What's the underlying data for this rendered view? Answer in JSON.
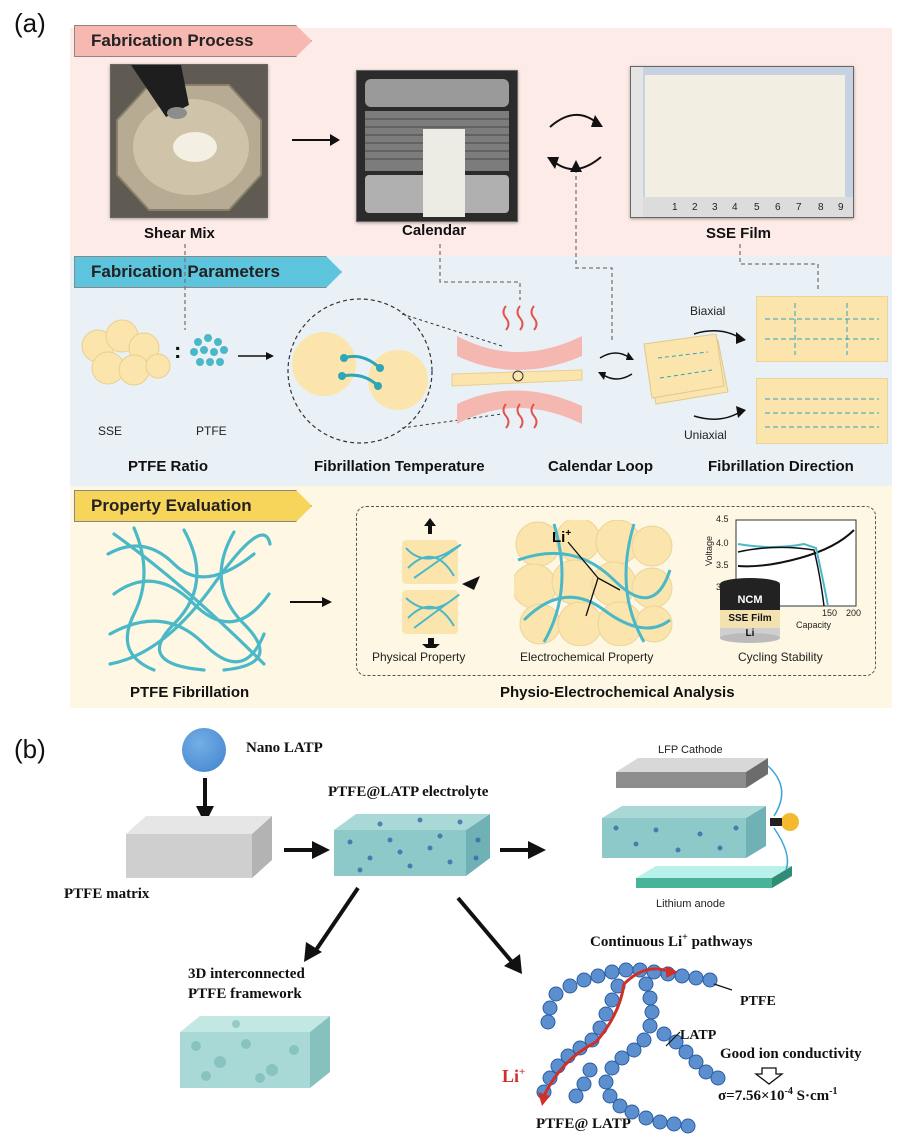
{
  "panel_a": {
    "letter": "(a)",
    "fabrication_process": {
      "title": "Fabrication Process",
      "steps": [
        "Shear Mix",
        "Calendar",
        "SSE Film"
      ],
      "ruler_ticks": [
        "1",
        "2",
        "3",
        "4",
        "5",
        "6",
        "7",
        "8",
        "9"
      ]
    },
    "fabrication_parameters": {
      "title": "Fabrication Parameters",
      "ratio_labels": [
        "SSE",
        "PTFE"
      ],
      "ratio_sep": ":",
      "direction_labels": [
        "Biaxial",
        "Uniaxial"
      ],
      "captions": [
        "PTFE Ratio",
        "Fibrillation Temperature",
        "Calendar Loop",
        "Fibrillation Direction"
      ]
    },
    "property_evaluation": {
      "title": "Property Evaluation",
      "ion_label": "Li",
      "ion_sup": "+",
      "sub_captions": [
        "Physical Property",
        "Electrochemical Property",
        "Cycling Stability"
      ],
      "inset": {
        "y_ticks": [
          "4.5",
          "4.0",
          "3.5",
          "3.0"
        ],
        "x_ticks": [
          "150",
          "200"
        ],
        "ylabel": "Voltage",
        "xlabel": "Capacity",
        "layers": [
          "NCM",
          "SSE Film",
          "Li"
        ]
      },
      "captions": [
        "PTFE Fibrillation",
        "Physio-Electrochemical Analysis"
      ]
    }
  },
  "panel_b": {
    "letter": "(b)",
    "nano_latp": "Nano LATP",
    "ptfe_matrix": "PTFE matrix",
    "electrolyte": "PTFE@LATP electrolyte",
    "cathode": "LFP Cathode",
    "anode": "Lithium anode",
    "framework_line1": "3D interconnected",
    "framework_line2": "PTFE framework",
    "pathways": "Continuous Li",
    "pathways_sup": "+",
    "pathways_tail": " pathways",
    "latp": "LATP",
    "ptfe": "PTFE",
    "good_ion": "Good ion conductivity",
    "sigma": "σ=7.56×10",
    "sigma_exp": "-4",
    "sigma_unit": " S·cm",
    "sigma_unit_exp": "-1",
    "li_label": "Li",
    "li_sup": "+",
    "ptfe_latp": "PTFE@ LATP"
  },
  "colors": {
    "process_bg": "#fcebe6",
    "params_bg": "#e9f1f7",
    "property_bg": "#fdf7e3",
    "process_tag": "#f6b8b0",
    "params_tag": "#5cc4dc",
    "property_tag": "#f7d45a",
    "particle": "#fbe5ad",
    "fiber": "#4bb8c8",
    "latp_bead": "#5b8fd0",
    "pathway": "#d0302a"
  }
}
